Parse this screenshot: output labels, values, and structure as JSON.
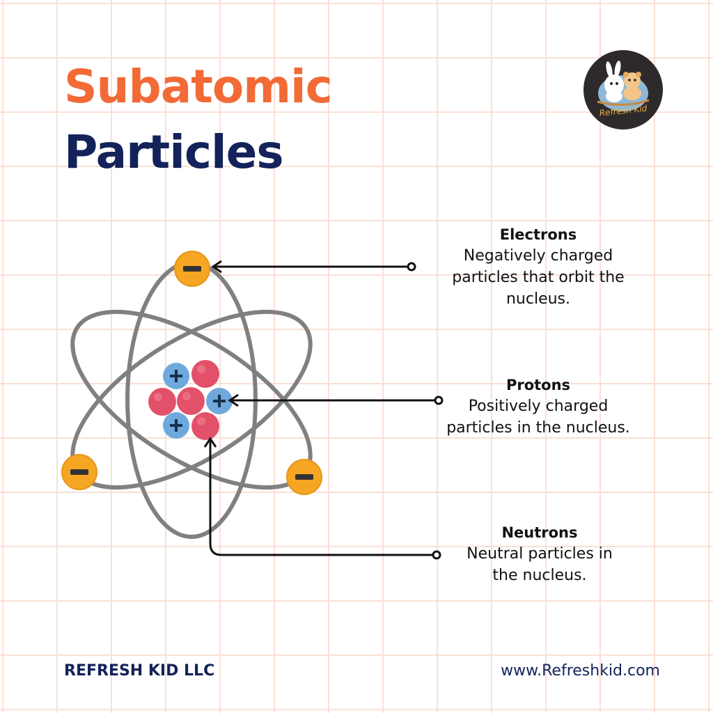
{
  "title": {
    "line1": "Subatomic",
    "line2": "Particles"
  },
  "logo": {
    "text": "Refresh Kid"
  },
  "labels": {
    "electrons": {
      "title": "Electrons",
      "description": "Negatively charged\nparticles that orbit the\nnucleus."
    },
    "protons": {
      "title": "Protons",
      "description": "Positively charged\nparticles in the nucleus."
    },
    "neutrons": {
      "title": "Neutrons",
      "description": "Neutral particles in\nthe nucleus."
    }
  },
  "footer": {
    "company": "REFRESH KID LLC",
    "website": "www.Refreshkid.com"
  },
  "colors": {
    "title_accent": "#f26a36",
    "title_dark": "#13225a",
    "orbit": "#808080",
    "electron": "#f5a623",
    "proton": "#6fa8dc",
    "neutron": "#e25169",
    "grid": "#f9e0d6",
    "footer_text": "#13225a"
  },
  "icons": {
    "electron": "minus-sign",
    "proton": "plus-sign"
  }
}
